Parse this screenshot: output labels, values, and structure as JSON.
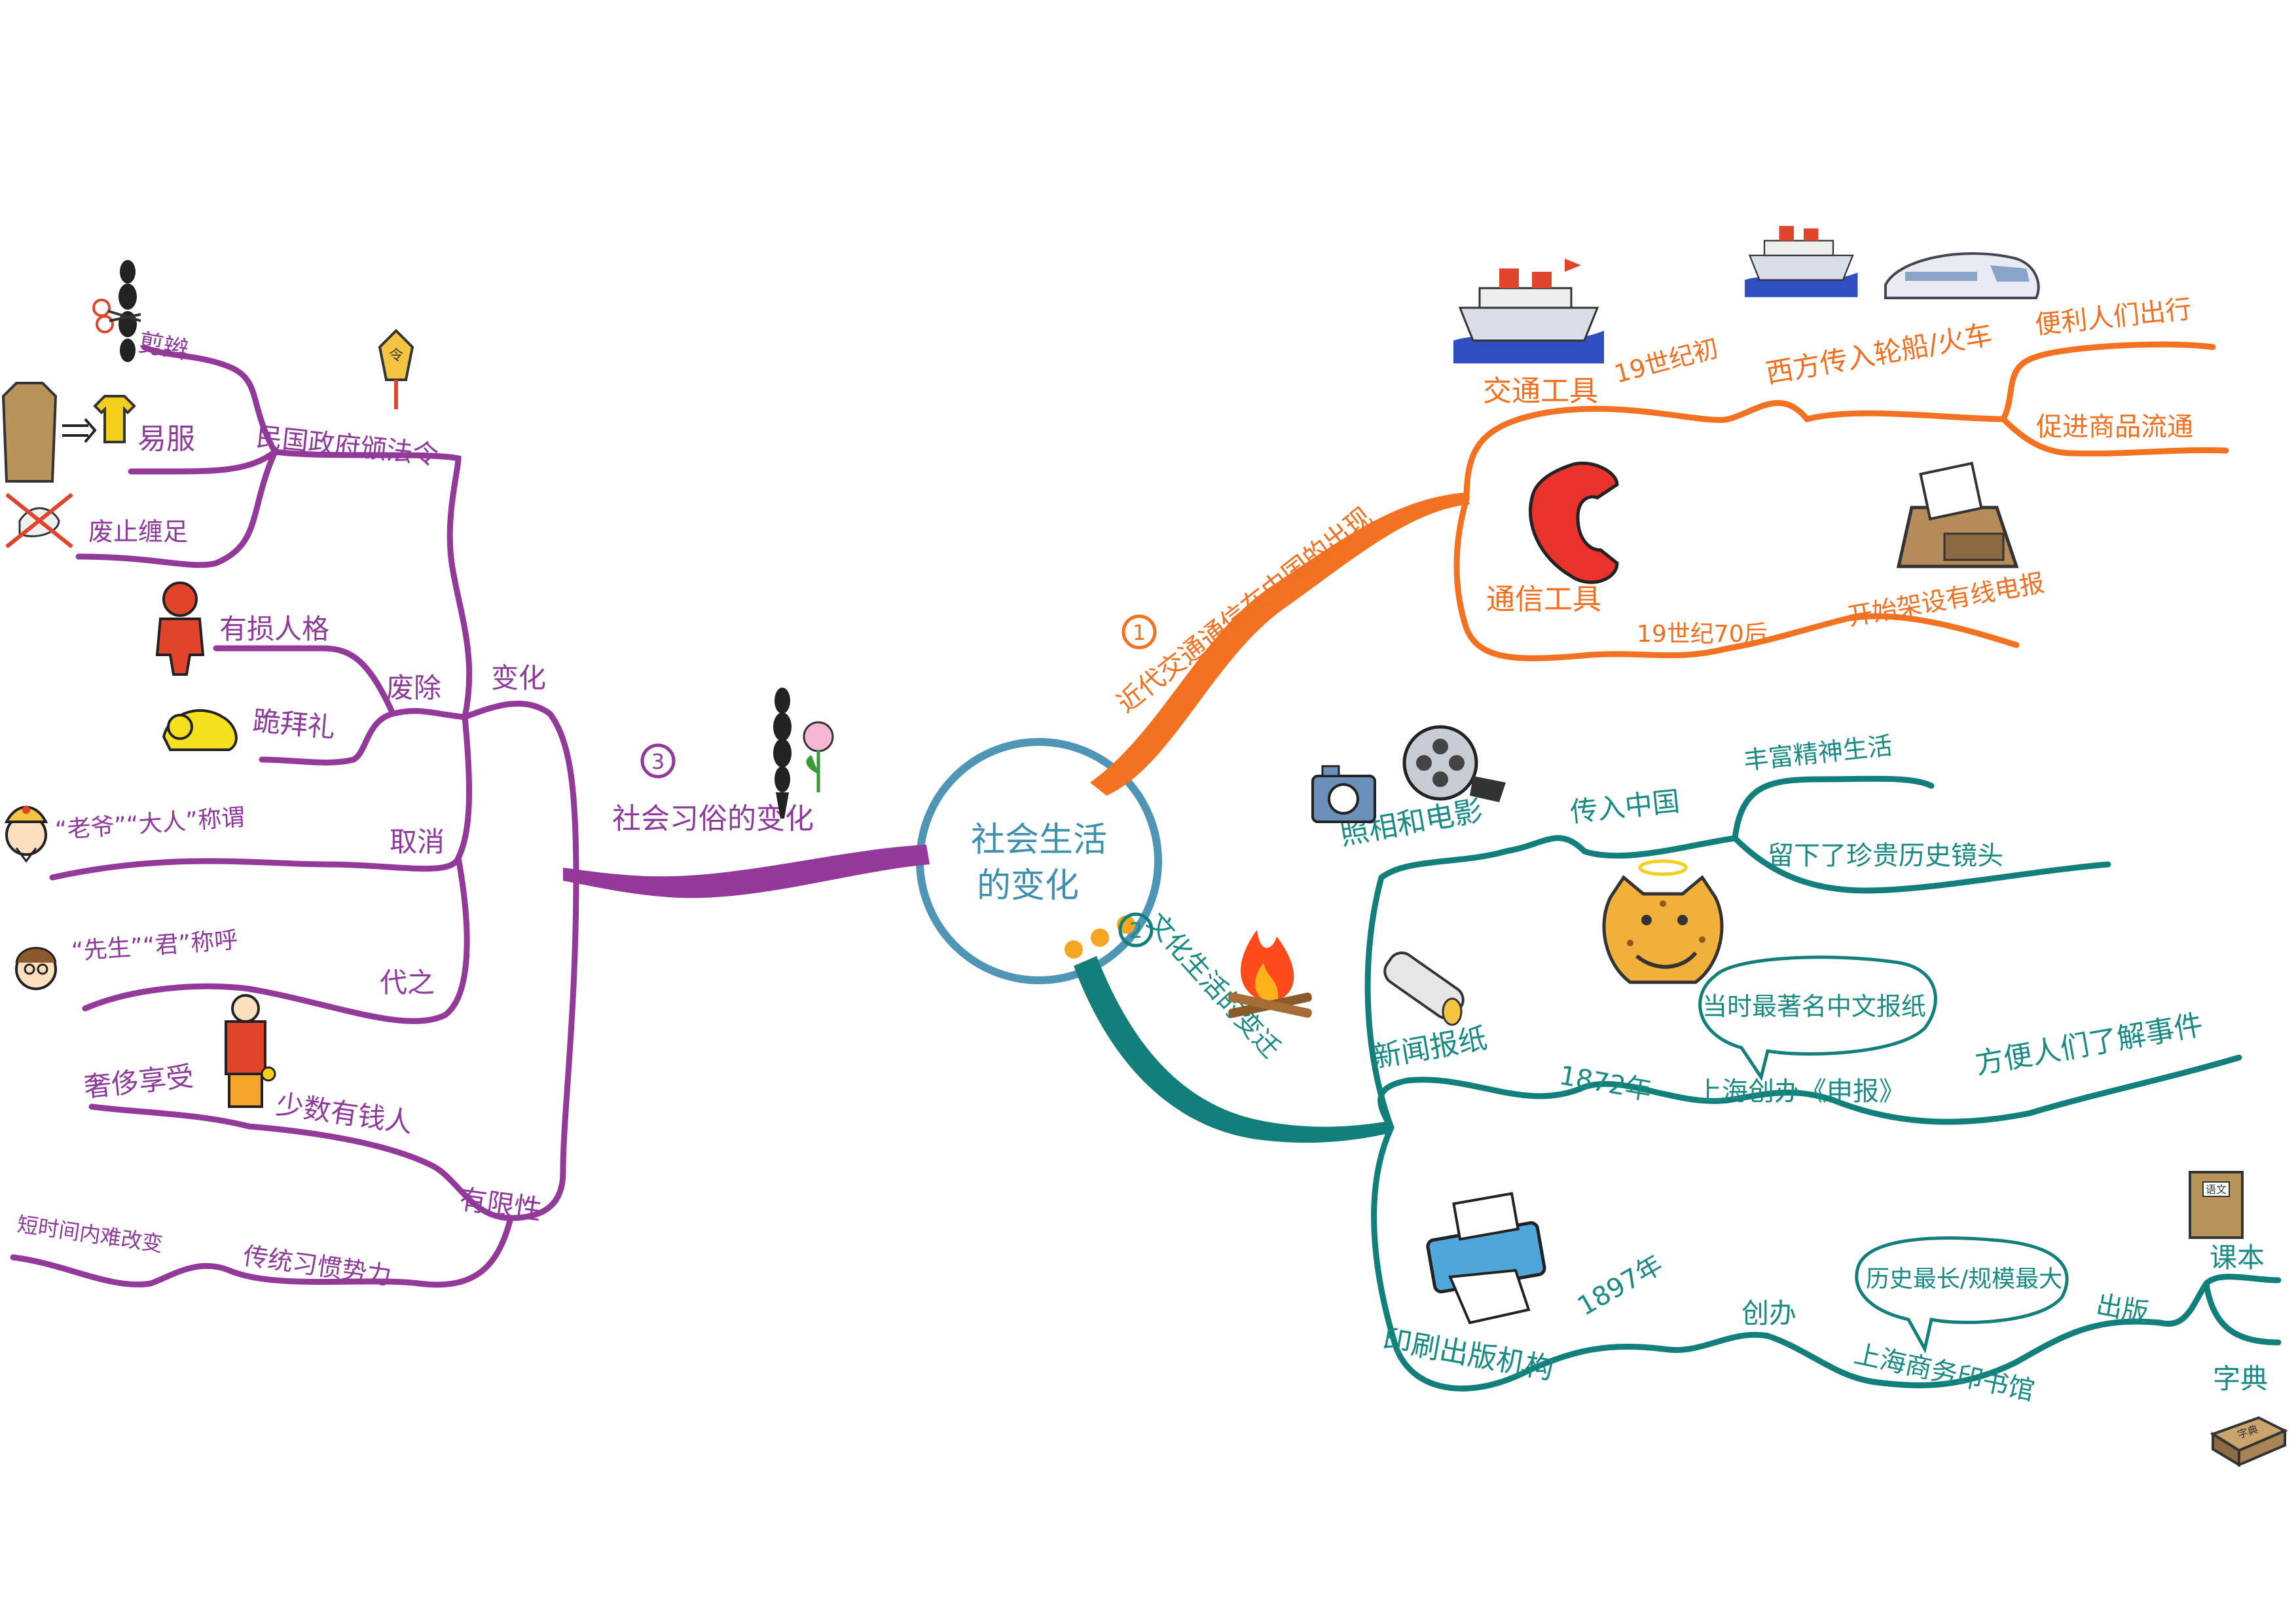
{
  "colors": {
    "purple": "#93399a",
    "orange": "#f27222",
    "teal": "#137f7b",
    "center": "#4f95b6"
  },
  "center": {
    "line1": "社会生活",
    "line2": "的变化"
  },
  "branch1": {
    "num": "1",
    "title": "近代交通通信在中国的出现",
    "transport": {
      "label": "交通工具",
      "time": "19世纪初",
      "event": "西方传入轮船/火车",
      "effects": [
        "便利人们出行",
        "促进商品流通"
      ]
    },
    "communication": {
      "label": "通信工具",
      "time": "19世纪70后",
      "event": "开始架设有线电报"
    }
  },
  "branch2": {
    "num": "2",
    "title": "文化生活的变迁",
    "photo": {
      "label": "照相和电影",
      "event": "传入中国",
      "effects": [
        "丰富精神生活",
        "留下了珍贵历史镜头"
      ]
    },
    "newspaper": {
      "label": "新闻报纸",
      "time": "1872年",
      "event": "上海创办《申报》",
      "note": "当时最著名中文报纸",
      "effect": "方便人们了解事件"
    },
    "printing": {
      "label": "印刷出版机构",
      "time": "1897年",
      "verb": "创办",
      "org": "上海商务印书馆",
      "note": "历史最长/规模最大",
      "publish": "出版",
      "products": [
        "课本",
        "字典"
      ],
      "book_cover": "语文",
      "dict_cover": "字典"
    }
  },
  "branch3": {
    "num": "3",
    "title": "社会习俗的变化",
    "change": {
      "label": "变化",
      "decree": {
        "label": "民国政府颁法令",
        "items": [
          "剪辫",
          "易服",
          "废止缠足"
        ],
        "sign_char": "令"
      },
      "abolish": {
        "label": "废除",
        "items": [
          "有损人格",
          "跪拜礼"
        ]
      },
      "cancel": {
        "label": "取消",
        "item": "“老爷”“大人”称谓"
      },
      "replace": {
        "label": "代之",
        "item": "“先生”“君”称呼"
      }
    },
    "limit": {
      "label": "有限性",
      "rich": {
        "label": "少数有钱人",
        "item": "奢侈享受"
      },
      "tradition": {
        "label": "传统习惯势力",
        "item": "短时间内难改变"
      }
    }
  }
}
